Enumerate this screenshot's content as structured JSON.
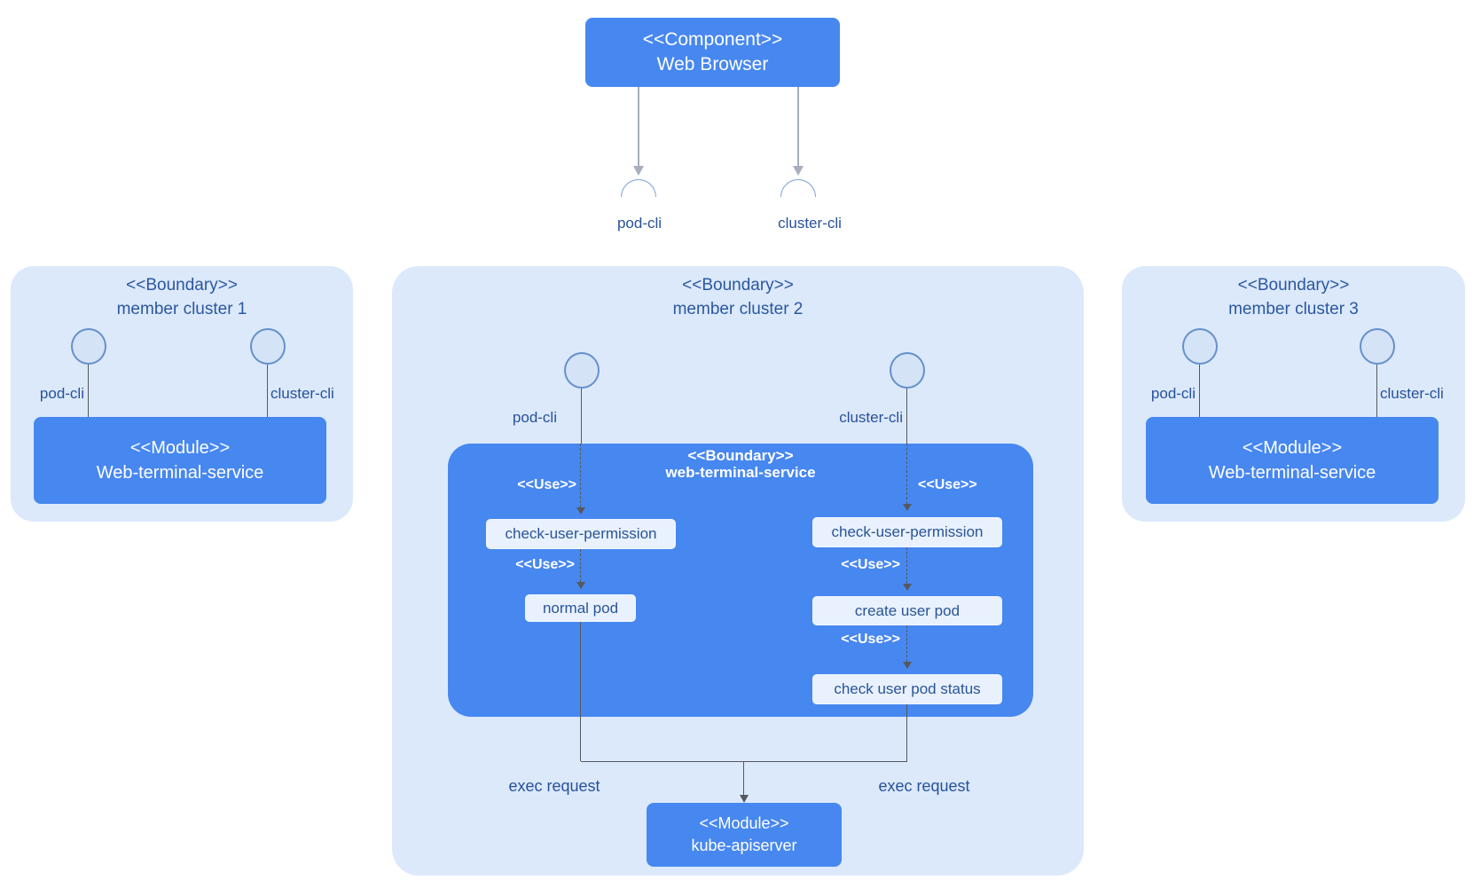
{
  "colors": {
    "node_blue": "#4787f0",
    "boundary_bg": "#dce9fb",
    "subbox_bg": "#e8f1fd",
    "title_text": "#2b57a0",
    "label_text": "#27519a",
    "flow_line": "#55595e",
    "browser_arrow_gray": "#a6afbe",
    "circle_fill": "#d5e3f7",
    "circle_border": "#6590cb"
  },
  "browser": {
    "stereotype": "<<Component>>",
    "name": "Web Browser"
  },
  "top_interfaces": {
    "left_label": "pod-cli",
    "right_label": "cluster-cli"
  },
  "cluster1": {
    "stereotype": "<<Boundary>>",
    "name": "member cluster 1",
    "iface_left": "pod-cli",
    "iface_right": "cluster-cli",
    "module": {
      "stereotype": "<<Module>>",
      "name": "Web-terminal-service"
    }
  },
  "cluster2": {
    "stereotype": "<<Boundary>>",
    "name": "member cluster 2",
    "iface_left": "pod-cli",
    "iface_right": "cluster-cli",
    "inner": {
      "stereotype": "<<Boundary>>",
      "name": "web-terminal-service",
      "use_label": "<<Use>>",
      "left_steps": [
        "check-user-permission",
        "normal pod"
      ],
      "right_steps": [
        "check-user-permission",
        "create user pod",
        "check user pod status"
      ]
    },
    "exec_left": "exec request",
    "exec_right": "exec request",
    "kube": {
      "stereotype": "<<Module>>",
      "name": "kube-apiserver"
    }
  },
  "cluster3": {
    "stereotype": "<<Boundary>>",
    "name": "member cluster 3",
    "iface_left": "pod-cli",
    "iface_right": "cluster-cli",
    "module": {
      "stereotype": "<<Module>>",
      "name": "Web-terminal-service"
    }
  }
}
